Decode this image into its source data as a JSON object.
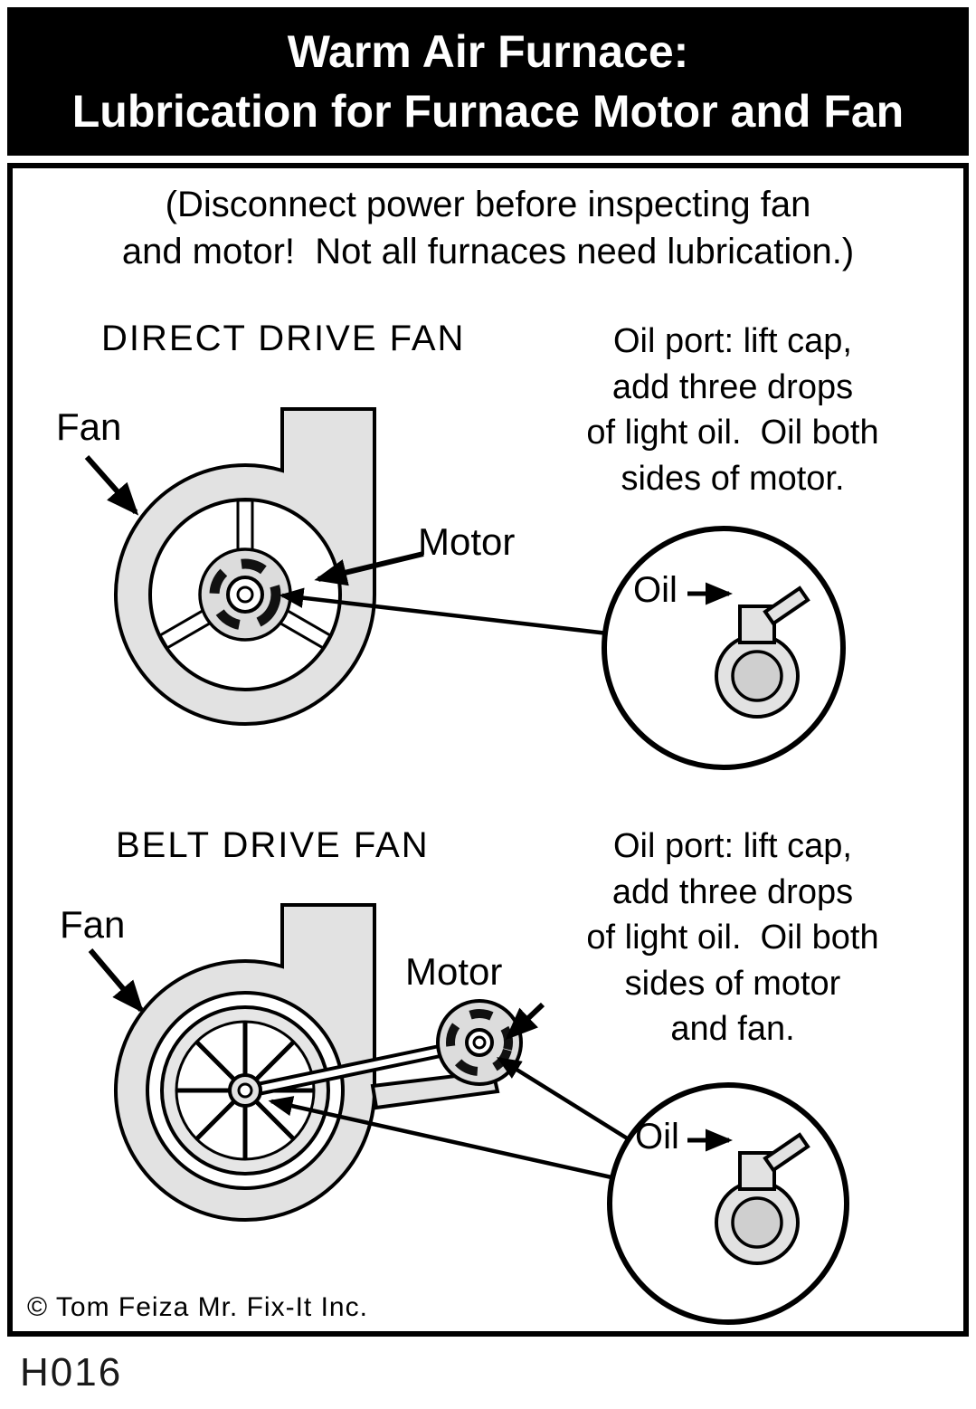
{
  "header": {
    "line1": "Warm Air Furnace:",
    "line2": "Lubrication for Furnace Motor and Fan"
  },
  "intro": {
    "line1": "(Disconnect power before inspecting fan",
    "line2": "and motor!  Not all furnaces need lubrication.)"
  },
  "direct_drive": {
    "heading": "DIRECT DRIVE FAN",
    "fan_label": "Fan",
    "motor_label": "Motor",
    "oil_label": "Oil",
    "note": [
      "Oil port: lift cap,",
      "add three drops",
      "of light oil.  Oil both",
      "sides of motor."
    ]
  },
  "belt_drive": {
    "heading": "BELT DRIVE FAN",
    "fan_label": "Fan",
    "motor_label": "Motor",
    "oil_label": "Oil",
    "note": [
      "Oil port: lift cap,",
      "add three drops",
      "of light oil.  Oil both",
      "sides of motor",
      "and fan."
    ]
  },
  "footer": {
    "copyright": "©  Tom Feiza Mr. Fix-It Inc.",
    "code": "H016"
  },
  "colors": {
    "ink": "#000000",
    "fill_gray": "#e2e2e2",
    "header_bg": "#000000",
    "header_text": "#ffffff"
  }
}
